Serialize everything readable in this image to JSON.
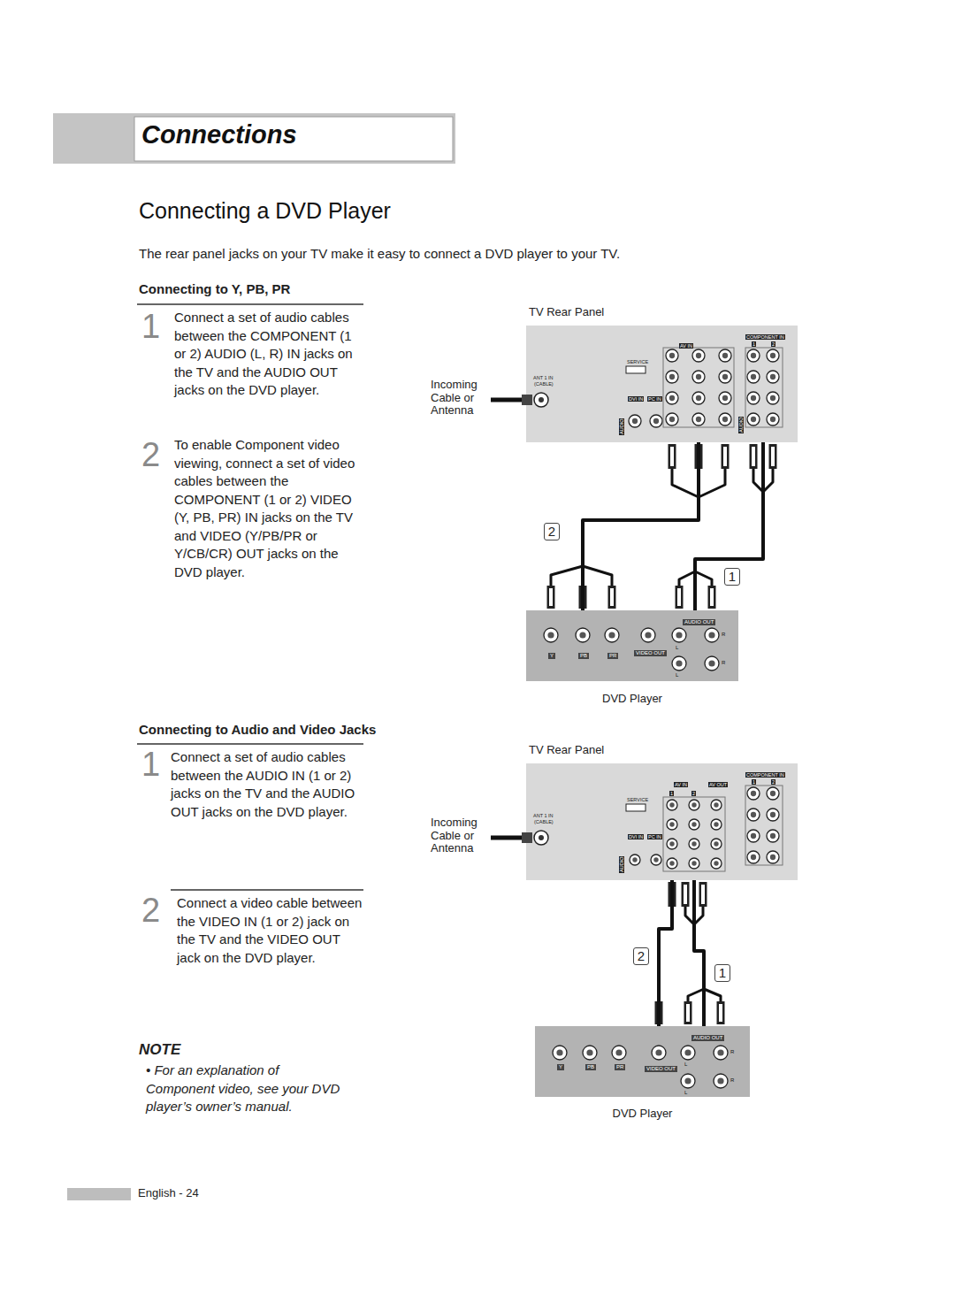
{
  "diagram": {
    "title": "Connecting a DVD Player",
    "nodes": [
      {
        "text": [
          "TV Rear Panel"
        ]
      },
      {
        "text": [
          "DVD Player"
        ]
      },
      {
        "text": [
          "TV Rear Panel"
        ]
      },
      {
        "text": [
          "DVD Player"
        ]
      }
    ],
    "edges": [
      {
        "from": 1,
        "to": 0,
        "arrow": "none",
        "label": "2"
      },
      {
        "from": 1,
        "to": 0,
        "arrow": "none",
        "label": "1"
      },
      {
        "from": 3,
        "to": 2,
        "arrow": "none",
        "label": "2"
      },
      {
        "from": 3,
        "to": 2,
        "arrow": "none",
        "label": "1"
      }
    ],
    "labels": [
      "Connections",
      "The rear panel jacks on your TV make it easy to connect a DVD player to your TV.",
      "Connecting to Y, PB, PR",
      "1",
      "Connect a set of audio cables between the COMPONENT (1 or 2) AUDIO (L, R) IN jacks on the TV and the AUDIO OUT jacks on the DVD player.",
      "2",
      "To enable Component video viewing, connect a set of video cables between the COMPONENT (1 or 2) VIDEO (Y, PB, PR) IN jacks on the TV and VIDEO (Y/PB/PR or Y/CB/CR) OUT jacks on the DVD player.",
      "Connecting to Audio and Video Jacks",
      "1",
      "Connect a set of audio cables between the AUDIO IN (1 or 2) jacks on the TV and the AUDIO OUT jacks on the DVD player.",
      "2",
      "Connect a video cable between the VIDEO IN (1 or 2) jack on the TV and the VIDEO OUT jack on the DVD player.",
      "NOTE",
      "• For an explanation of Component video, see your DVD player’s owner’s manual.",
      "English - 24",
      "Incoming Cable or Antenna",
      "SERVICE",
      "ANT 1 IN",
      "(CABLE)",
      "AV IN",
      "COMPONENT IN",
      "1",
      "2",
      "DVI IN",
      "PC IN",
      "AUDIO",
      "AUDIO",
      "Y",
      "PB",
      "PR",
      "VIDEO OUT",
      "AUDIO OUT",
      "L",
      "R",
      "L",
      "R",
      "Incoming Cable or Antenna",
      "SERVICE",
      "ANT 1 IN",
      "(CABLE)",
      "AV IN",
      "1",
      "2",
      "AV OUT",
      "COMPONENT IN",
      "1",
      "2",
      "DVI IN",
      "PC IN",
      "AUDIO",
      "Y",
      "PB",
      "PR",
      "VIDEO OUT",
      "AUDIO OUT",
      "L",
      "R",
      "L",
      "R"
    ]
  }
}
